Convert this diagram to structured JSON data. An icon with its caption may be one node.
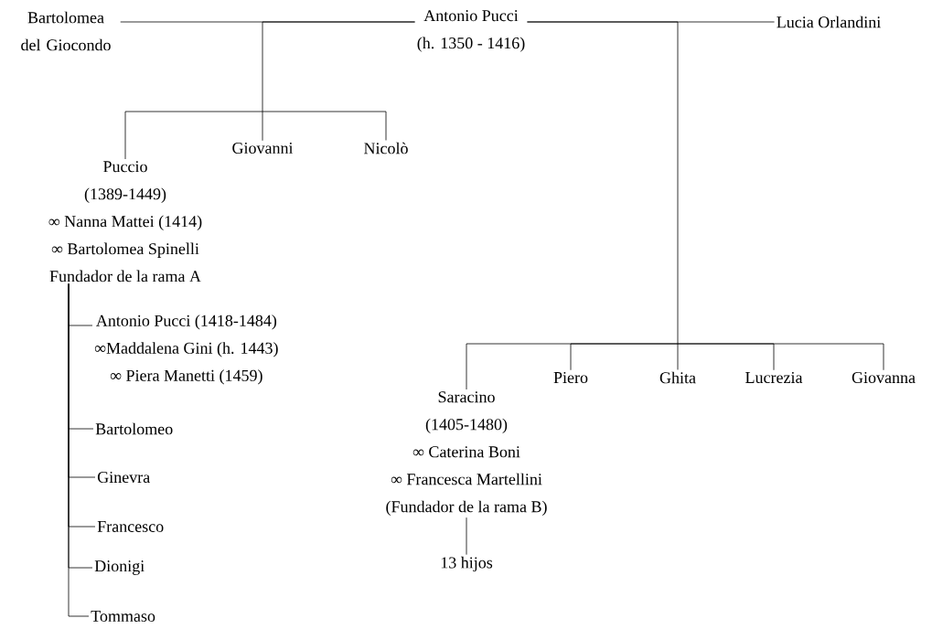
{
  "diagram": {
    "nodes": [
      {
        "text": [
          "Bartolomea del Giocondo"
        ]
      },
      {
        "text": [
          "Antonio Pucci",
          "(h. 1350 - 1416)"
        ]
      },
      {
        "text": [
          "Lucia Orlandini"
        ]
      },
      {
        "text": [
          "Puccio",
          "(1389-1449)",
          "∞ Nanna Mattei (1414)",
          "∞ Bartolomea Spinelli",
          "Fundador de la rama A"
        ]
      },
      {
        "text": [
          "Giovanni"
        ]
      },
      {
        "text": [
          "Nicolò"
        ]
      },
      {
        "text": [
          "Antonio Pucci (1418-1484)",
          "∞Maddalena Gini (h. 1443)",
          "∞ Piera Manetti (1459)"
        ]
      },
      {
        "text": [
          "Bartolomeo"
        ]
      },
      {
        "text": [
          "Ginevra"
        ]
      },
      {
        "text": [
          "Francesco"
        ]
      },
      {
        "text": [
          "Dionigi"
        ]
      },
      {
        "text": [
          "Tommaso"
        ]
      },
      {
        "text": [
          "Saracino",
          "(1405-1480)",
          "∞ Caterina Boni",
          "∞ Francesca Martellini",
          "(Fundador de la rama B)"
        ]
      },
      {
        "text": [
          "Piero"
        ]
      },
      {
        "text": [
          "Ghita"
        ]
      },
      {
        "text": [
          "Lucrezia"
        ]
      },
      {
        "text": [
          "Giovanna"
        ]
      },
      {
        "text": [
          "13 hijos"
        ]
      }
    ],
    "edges": [
      {
        "from": 0,
        "to": 1,
        "arrow": "none"
      },
      {
        "from": 1,
        "to": 2,
        "arrow": "none"
      },
      {
        "from": 1,
        "to": 3,
        "arrow": "none"
      },
      {
        "from": 1,
        "to": 4,
        "arrow": "none"
      },
      {
        "from": 1,
        "to": 5,
        "arrow": "none"
      },
      {
        "from": 1,
        "to": 12,
        "arrow": "none"
      },
      {
        "from": 1,
        "to": 13,
        "arrow": "none"
      },
      {
        "from": 1,
        "to": 14,
        "arrow": "none"
      },
      {
        "from": 1,
        "to": 15,
        "arrow": "none"
      },
      {
        "from": 1,
        "to": 16,
        "arrow": "none"
      },
      {
        "from": 3,
        "to": 6,
        "arrow": "none"
      },
      {
        "from": 3,
        "to": 7,
        "arrow": "none"
      },
      {
        "from": 3,
        "to": 8,
        "arrow": "none"
      },
      {
        "from": 3,
        "to": 9,
        "arrow": "none"
      },
      {
        "from": 3,
        "to": 10,
        "arrow": "none"
      },
      {
        "from": 3,
        "to": 11,
        "arrow": "none"
      },
      {
        "from": 12,
        "to": 17,
        "arrow": "none"
      }
    ]
  }
}
